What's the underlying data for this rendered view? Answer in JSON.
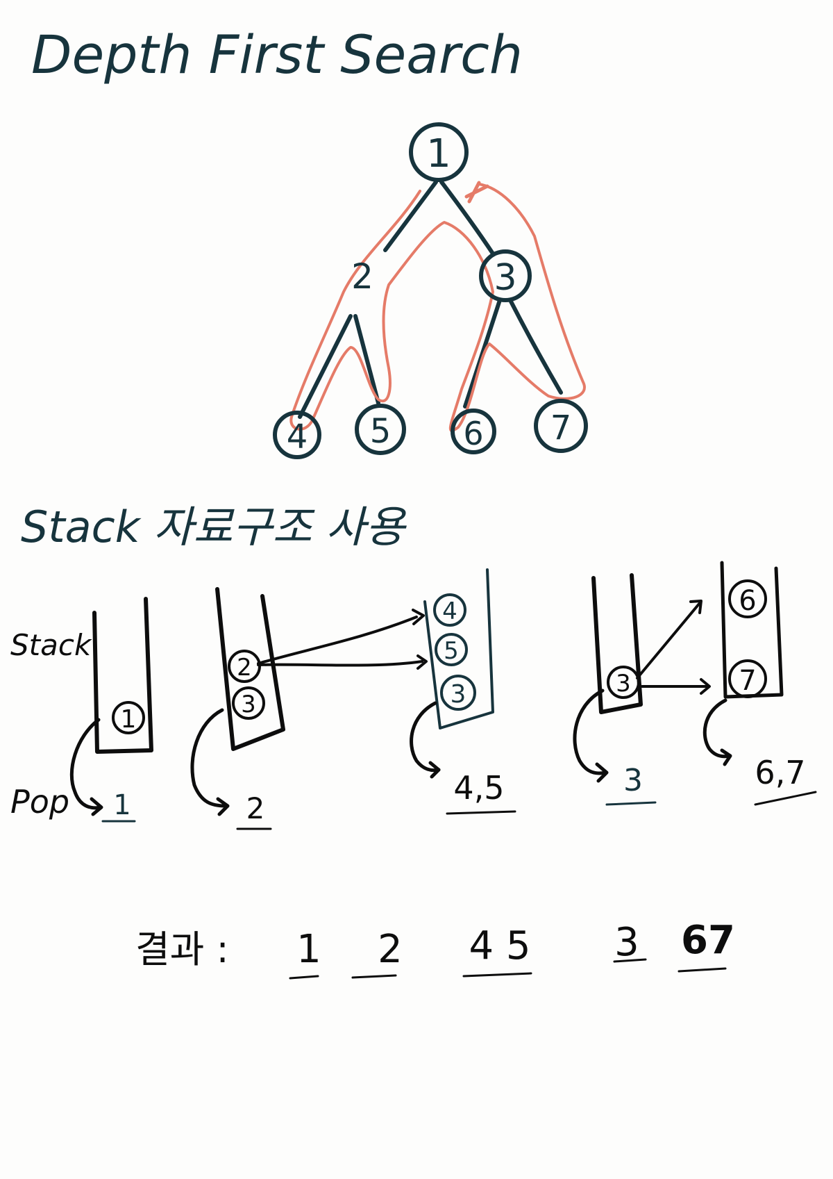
{
  "title": "Depth First Search",
  "subtitle": "Stack 자료구조 사용",
  "tree": {
    "nodes": [
      {
        "id": "1",
        "label": "1",
        "circled": true
      },
      {
        "id": "2",
        "label": "2",
        "circled": false
      },
      {
        "id": "3",
        "label": "3",
        "circled": true
      },
      {
        "id": "4",
        "label": "4",
        "circled": true
      },
      {
        "id": "5",
        "label": "5",
        "circled": true
      },
      {
        "id": "6",
        "label": "6",
        "circled": true
      },
      {
        "id": "7",
        "label": "7",
        "circled": true
      }
    ],
    "edges": [
      [
        "1",
        "2"
      ],
      [
        "1",
        "3"
      ],
      [
        "2",
        "4"
      ],
      [
        "2",
        "5"
      ],
      [
        "3",
        "6"
      ],
      [
        "3",
        "7"
      ]
    ]
  },
  "labels": {
    "stack": "Stack",
    "pop": "Pop"
  },
  "stacks": [
    {
      "items": [
        "1"
      ],
      "pop": "1"
    },
    {
      "items": [
        "2",
        "3"
      ],
      "pop": "2"
    },
    {
      "items": [
        "4",
        "5",
        "3"
      ],
      "pop": "4,5"
    },
    {
      "items": [
        "3"
      ],
      "pop": "3"
    },
    {
      "items": [
        "6",
        "7"
      ],
      "pop": "6,7"
    }
  ],
  "result": {
    "label": "결과 :",
    "values": [
      "1",
      "2",
      "4 5",
      "3",
      "67"
    ]
  },
  "colors": {
    "ink": "#17343d",
    "traversal": "#e57b68",
    "black": "#0d0d0d"
  }
}
